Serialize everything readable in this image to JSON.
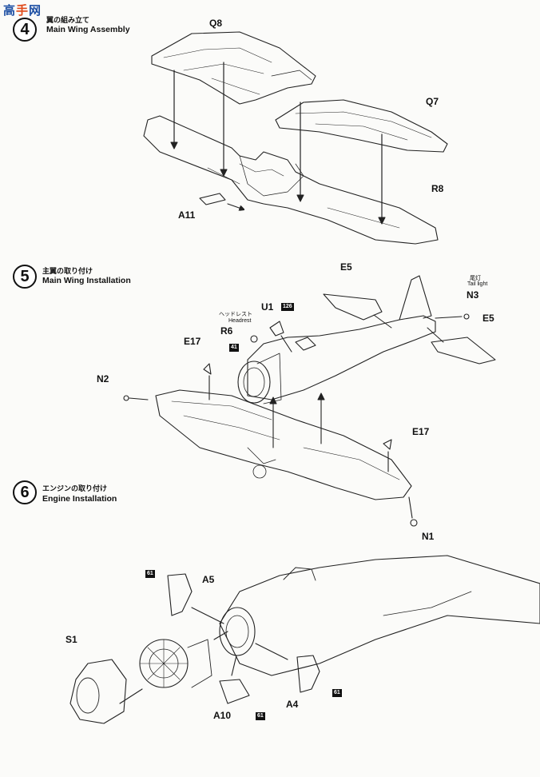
{
  "watermark": {
    "text_a": "高",
    "text_b": "手",
    "text_c": "网"
  },
  "steps": [
    {
      "number": "4",
      "jp": "翼の組み立て",
      "en": "Main Wing Assembly"
    },
    {
      "number": "5",
      "jp": "主翼の取り付け",
      "en": "Main Wing Installation"
    },
    {
      "number": "6",
      "jp": "エンジンの取り付け",
      "en": "Engine Installation"
    }
  ],
  "parts": {
    "q8": "Q8",
    "q7": "Q7",
    "r8": "R8",
    "a11": "A11",
    "e5_top": "E5",
    "e5_right": "E5",
    "u1": "U1",
    "r6": "R6",
    "n3": "N3",
    "e17_left": "E17",
    "e17_right": "E17",
    "n2": "N2",
    "n1": "N1",
    "a5": "A5",
    "s1": "S1",
    "a4": "A4",
    "a10": "A10"
  },
  "labels": {
    "headrest_jp": "ヘッドレスト",
    "headrest_en": "Headrest",
    "taillight_jp": "尾灯",
    "taillight_en": "Tail light"
  },
  "paint_refs": {
    "ref126": "126",
    "ref41": "41",
    "ref61_a": "61",
    "ref61_b": "61",
    "ref61_c": "61"
  }
}
